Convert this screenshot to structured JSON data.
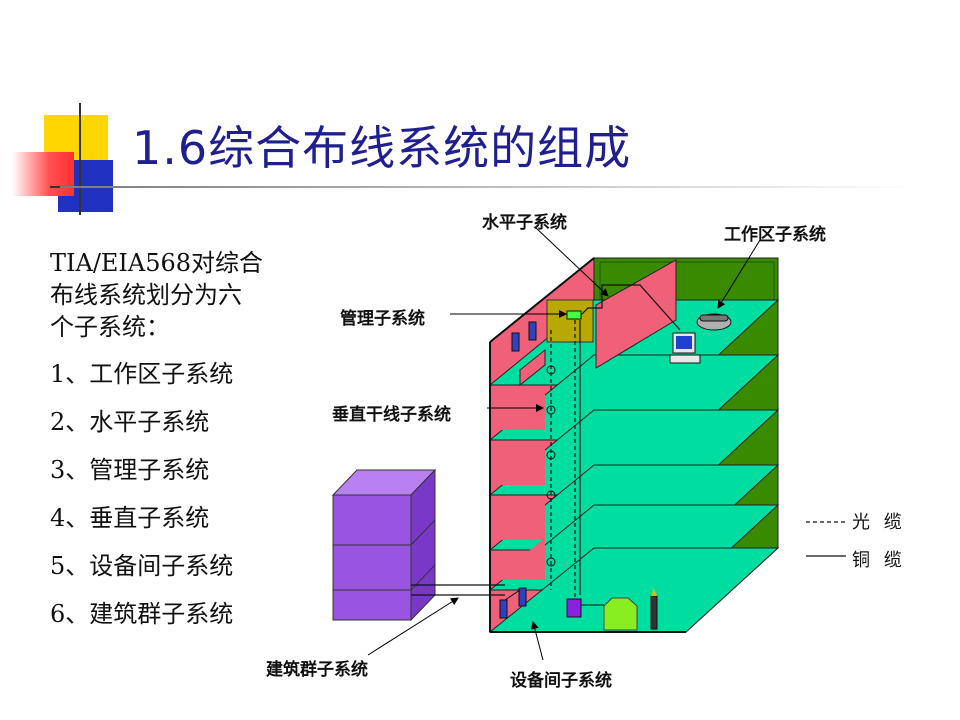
{
  "title": "1.6综合布线系统的组成",
  "intro": {
    "line1": "TIA/EIA568对综合",
    "line2": "布线系统划分为六",
    "line3": "个子系统："
  },
  "items": [
    "1、工作区子系统",
    "2、水平子系统",
    "3、管理子系统",
    "4、垂直子系统",
    "5、设备间子系统",
    "6、建筑群子系统"
  ],
  "diagram_labels": {
    "horizontal": "水平子系统",
    "work_area": "工作区子系统",
    "admin": "管理子系统",
    "vertical": "垂直干线子系统",
    "campus": "建筑群子系统",
    "equipment_room": "设备间子系统"
  },
  "legend": {
    "fiber": "光 缆",
    "copper": "铜 缆"
  },
  "colors": {
    "title": "#1f1f8f",
    "floor": "#00dda0",
    "wall_green": "#3a8a00",
    "wall_pink": "#f06078",
    "campus_box": "#9a55e0"
  }
}
